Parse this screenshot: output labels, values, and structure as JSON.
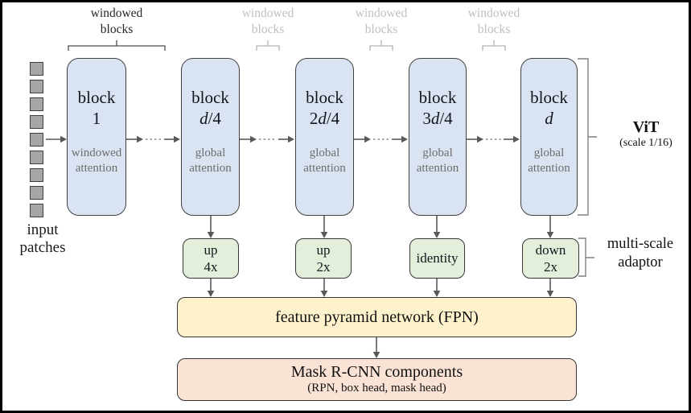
{
  "figure_title": "ViT detection backbone diagram",
  "colors": {
    "block_fill": "#dae3f1",
    "adaptor_fill": "#e3efda",
    "fpn_fill": "#fdf2cc",
    "mask_fill": "#fae3d5",
    "patch_fill": "#a6a6a6",
    "arrow": "#595959",
    "muted_label": "#bfbfbf",
    "attention_text": "#6e6e6e"
  },
  "input": {
    "line1": "input",
    "line2": "patches",
    "patch_count": 9
  },
  "windowed_labels": [
    {
      "line1": "windowed",
      "line2": "blocks",
      "muted": false
    },
    {
      "line1": "windowed",
      "line2": "blocks",
      "muted": true
    },
    {
      "line1": "windowed",
      "line2": "blocks",
      "muted": true
    },
    {
      "line1": "windowed",
      "line2": "blocks",
      "muted": true
    }
  ],
  "blocks": [
    {
      "title": "block",
      "num_prefix": "1",
      "num_d": "",
      "num_suffix": "",
      "attn1": "windowed",
      "attn2": "attention"
    },
    {
      "title": "block",
      "num_prefix": "",
      "num_d": "d",
      "num_suffix": "/4",
      "attn1": "global",
      "attn2": "attention"
    },
    {
      "title": "block",
      "num_prefix": "2",
      "num_d": "d",
      "num_suffix": "/4",
      "attn1": "global",
      "attn2": "attention"
    },
    {
      "title": "block",
      "num_prefix": "3",
      "num_d": "d",
      "num_suffix": "/4",
      "attn1": "global",
      "attn2": "attention"
    },
    {
      "title": "block",
      "num_prefix": "",
      "num_d": "d",
      "num_suffix": "",
      "attn1": "global",
      "attn2": "attention"
    }
  ],
  "adaptors": [
    {
      "line1": "up",
      "line2": "4x"
    },
    {
      "line1": "up",
      "line2": "2x"
    },
    {
      "line1": "identity",
      "line2": ""
    },
    {
      "line1": "down",
      "line2": "2x"
    }
  ],
  "fpn": {
    "label": "feature pyramid network (FPN)"
  },
  "mask_rcnn": {
    "line1": "Mask R-CNN components",
    "line2": "(RPN, box head, mask head)"
  },
  "right_labels": {
    "vit": "ViT",
    "vit_scale": "(scale 1/16)",
    "adaptor_line1": "multi-scale",
    "adaptor_line2": "adaptor"
  }
}
